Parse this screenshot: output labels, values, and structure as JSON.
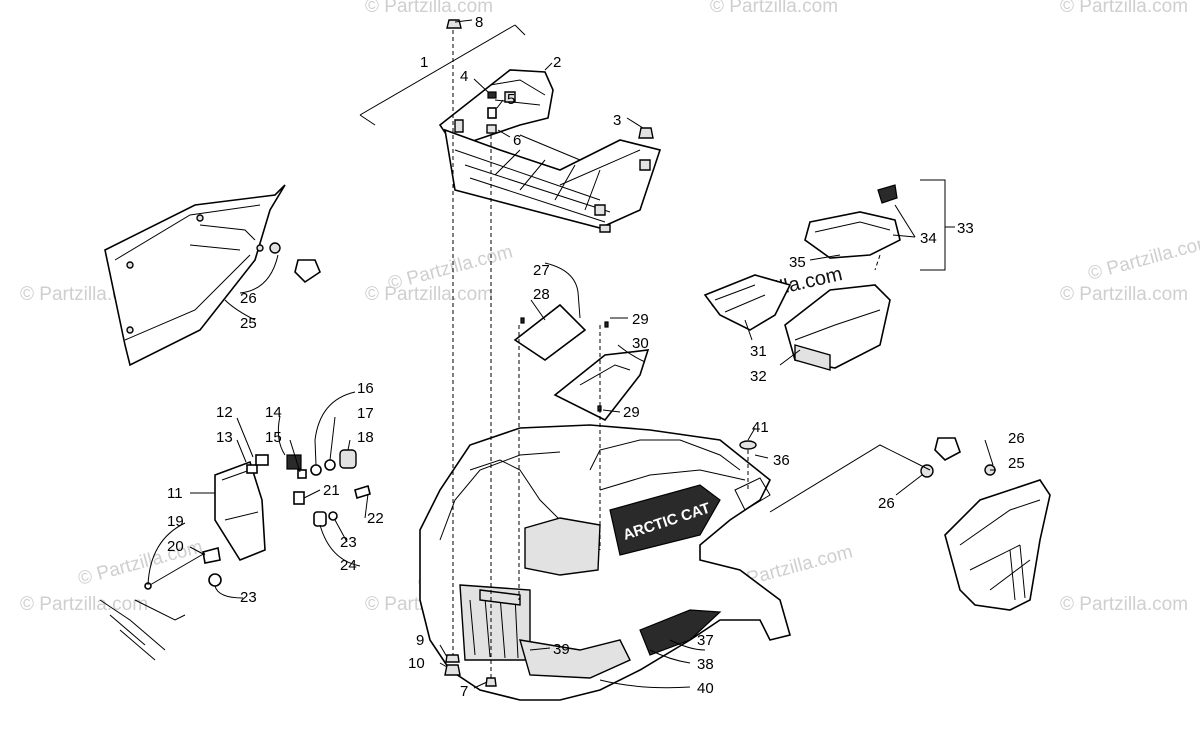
{
  "diagram": {
    "callouts": [
      "1",
      "2",
      "3",
      "4",
      "5",
      "6",
      "7",
      "8",
      "9",
      "10",
      "11",
      "12",
      "13",
      "14",
      "15",
      "16",
      "17",
      "18",
      "19",
      "20",
      "21",
      "22",
      "23",
      "24",
      "25",
      "26",
      "27",
      "28",
      "29",
      "30",
      "31",
      "32",
      "33",
      "34",
      "35",
      "36",
      "37",
      "38",
      "39",
      "40",
      "41"
    ],
    "second_callouts": {
      "23": "23",
      "26": "26",
      "29": "29"
    },
    "brand_text": "ARCTIC CAT",
    "watermark": "© Partzilla.com"
  }
}
